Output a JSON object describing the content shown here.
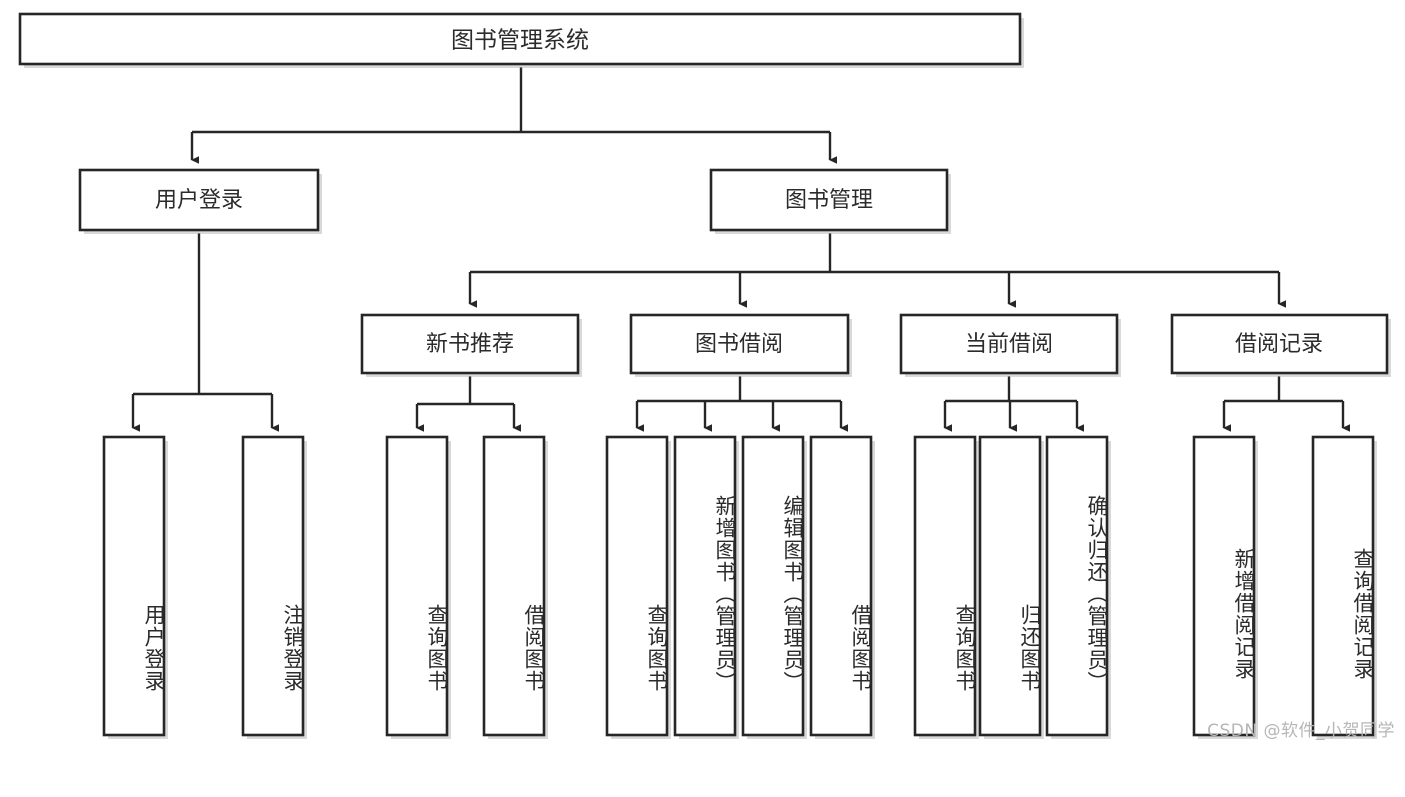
{
  "diagram": {
    "type": "tree-hierarchy",
    "title": "图书管理系统",
    "orientation": "top-down",
    "colors": {
      "stroke": "#262626",
      "fill": "#ffffff",
      "text": "#2b2b2b",
      "shadow": "#b9b9b9",
      "watermark": "#b6b6b6"
    },
    "root": {
      "label": "图书管理系统"
    },
    "level2": [
      {
        "label": "用户登录"
      },
      {
        "label": "图书管理"
      }
    ],
    "level3": [
      {
        "label": "新书推荐"
      },
      {
        "label": "图书借阅"
      },
      {
        "label": "当前借阅"
      },
      {
        "label": "借阅记录"
      }
    ],
    "leaves": {
      "user_login": [
        {
          "label": "用户登录"
        },
        {
          "label": "注销登录"
        }
      ],
      "new_book_recommend": [
        {
          "label": "查询图书"
        },
        {
          "label": "借阅图书"
        }
      ],
      "book_borrow": [
        {
          "label": "查询图书"
        },
        {
          "label": "新增图书（管理员）"
        },
        {
          "label": "编辑图书（管理员）"
        },
        {
          "label": "借阅图书"
        }
      ],
      "current_borrow": [
        {
          "label": "查询图书"
        },
        {
          "label": "归还图书"
        },
        {
          "label": "确认归还（管理员）"
        }
      ],
      "borrow_record": [
        {
          "label": "新增借阅记录"
        },
        {
          "label": "查询借阅记录"
        }
      ]
    }
  },
  "watermark": {
    "text": "CSDN @软件_小贺同学"
  }
}
